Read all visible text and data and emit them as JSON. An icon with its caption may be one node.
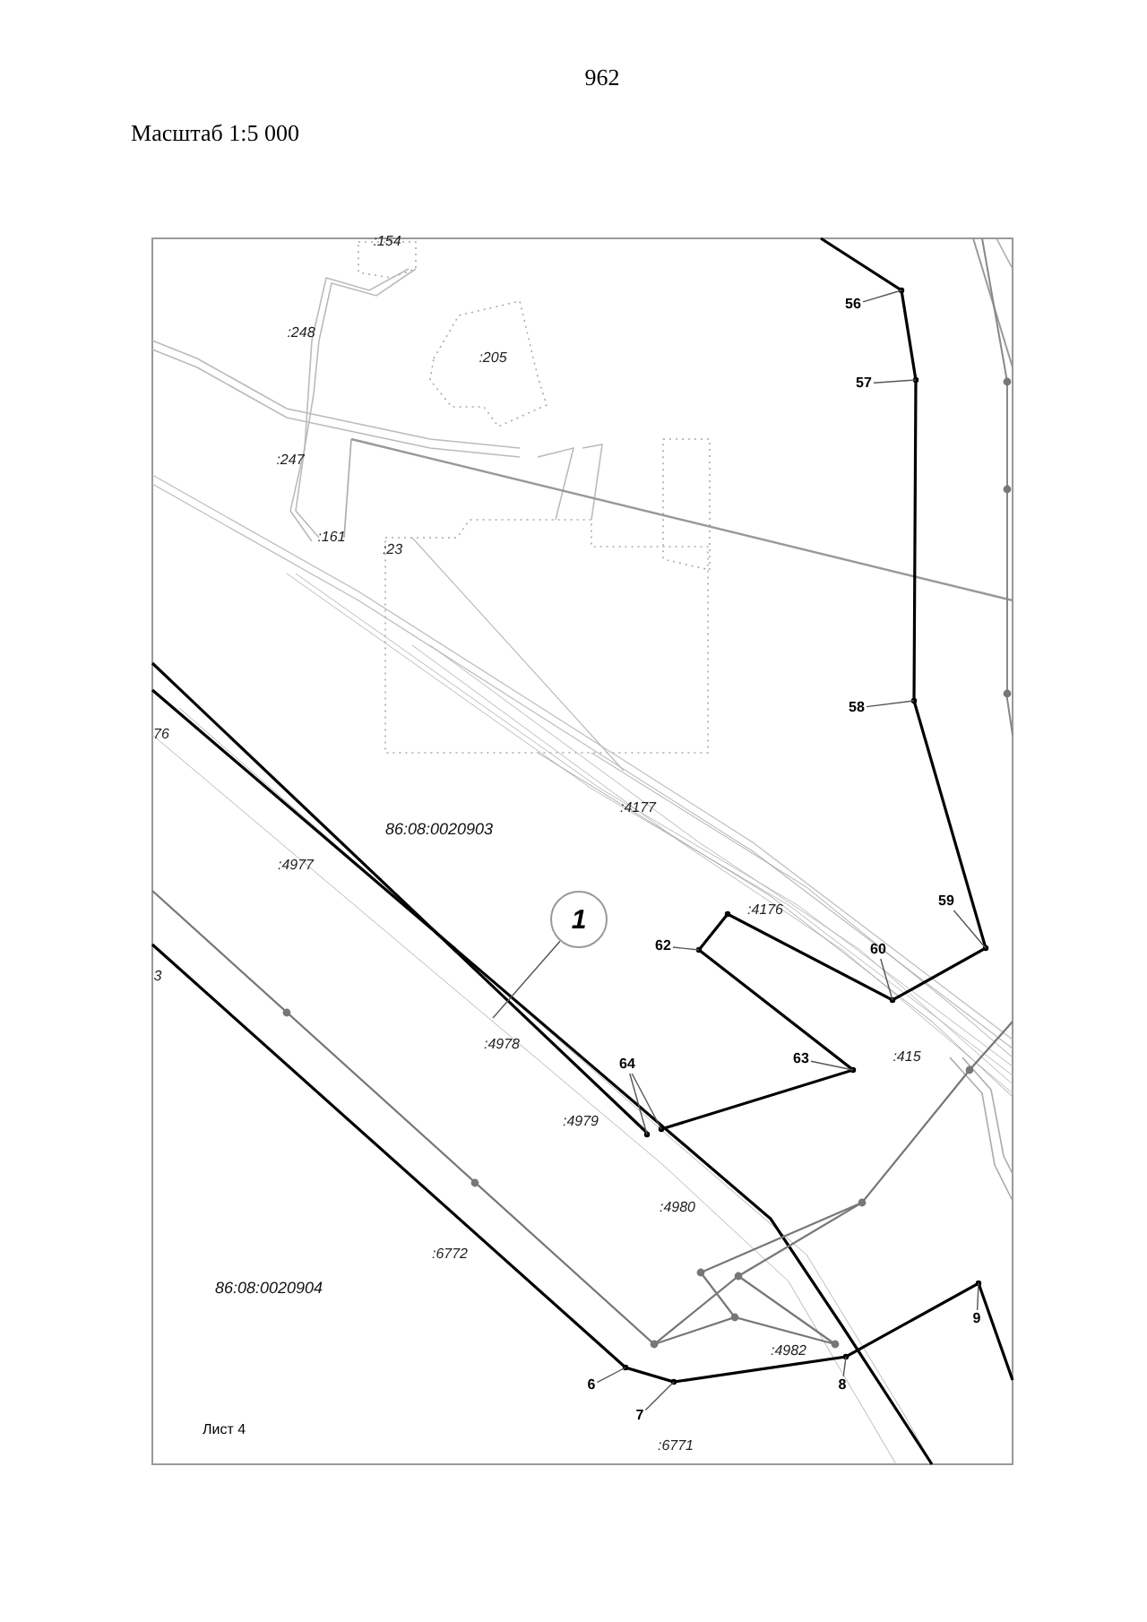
{
  "diagram": {
    "nodes": [
      {
        "text": [
          "56"
        ]
      },
      {
        "text": [
          "57"
        ]
      },
      {
        "text": [
          "58"
        ]
      },
      {
        "text": [
          "59"
        ]
      },
      {
        "text": [
          "1"
        ]
      },
      {
        "text": [
          "62"
        ]
      },
      {
        "text": [
          "60"
        ]
      },
      {
        "text": [
          "63"
        ]
      },
      {
        "text": [
          "64"
        ]
      },
      {
        "text": [
          "9"
        ]
      },
      {
        "text": [
          "6"
        ]
      },
      {
        "text": [
          "7"
        ]
      },
      {
        "text": [
          "8"
        ]
      }
    ],
    "edges": [
      {
        "from": 0,
        "to": null,
        "arrow": "none"
      },
      {
        "from": 1,
        "to": null,
        "arrow": "none"
      },
      {
        "from": 2,
        "to": null,
        "arrow": "none"
      },
      {
        "from": 3,
        "to": null,
        "arrow": "none"
      },
      {
        "from": 4,
        "to": null,
        "arrow": "none"
      },
      {
        "from": 5,
        "to": null,
        "arrow": "none"
      },
      {
        "from": 6,
        "to": null,
        "arrow": "none"
      },
      {
        "from": 7,
        "to": null,
        "arrow": "none"
      },
      {
        "from": 8,
        "to": null,
        "arrow": "none"
      },
      {
        "from": 8,
        "to": null,
        "arrow": "none"
      },
      {
        "from": 9,
        "to": null,
        "arrow": "none"
      },
      {
        "from": 10,
        "to": null,
        "arrow": "none"
      },
      {
        "from": 11,
        "to": null,
        "arrow": "none"
      },
      {
        "from": 12,
        "to": null,
        "arrow": "none"
      }
    ],
    "labels": [
      "962",
      "Масштаб 1:5 000",
      ":154",
      ":248",
      ":205",
      ":247",
      ":161",
      ":23",
      "76",
      ":4177",
      "86:08:0020903",
      ":4977",
      ":4176",
      "3",
      ":4978",
      ":415",
      ":4979",
      ":4980",
      ":6772",
      "86:08:0020904",
      ":4982",
      "Лист 4",
      ":6771"
    ]
  }
}
